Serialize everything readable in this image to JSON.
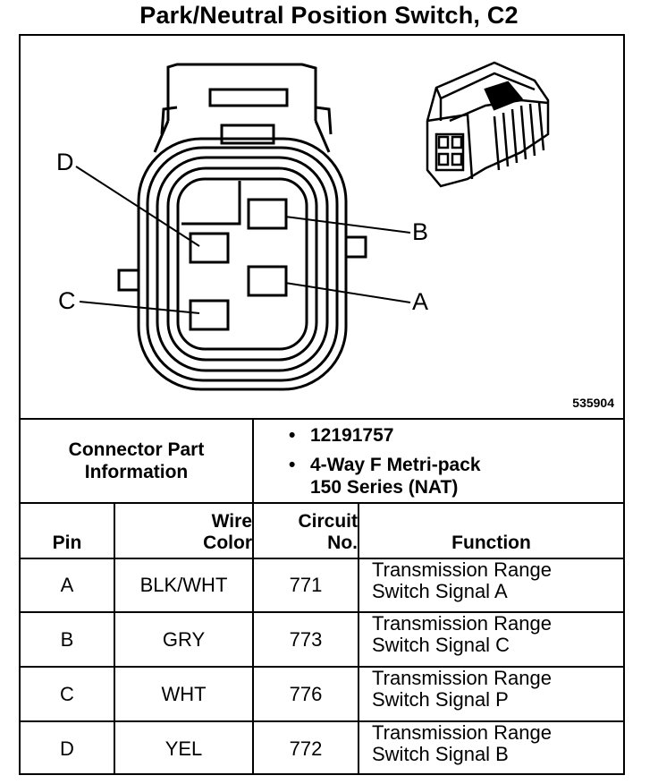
{
  "title": "Park/Neutral Position Switch, C2",
  "diagram": {
    "pin_labels": [
      "D",
      "C",
      "B",
      "A"
    ],
    "figure_number": "535904",
    "icons": [
      "connector-face-view",
      "connector-isometric-view"
    ]
  },
  "connector_info": {
    "label_line1": "Connector Part",
    "label_line2": "Information",
    "items": [
      "12191757",
      "4-Way F Metri-pack",
      "150 Series (NAT)"
    ]
  },
  "table": {
    "headers": {
      "pin": "Pin",
      "wire_color_1": "Wire",
      "wire_color_2": "Color",
      "circuit_1": "Circuit",
      "circuit_2": "No.",
      "function": "Function"
    },
    "rows": [
      {
        "pin": "A",
        "wire_color": "BLK/WHT",
        "circuit": "771",
        "function_1": "Transmission Range",
        "function_2": "Switch Signal A"
      },
      {
        "pin": "B",
        "wire_color": "GRY",
        "circuit": "773",
        "function_1": "Transmission Range",
        "function_2": "Switch Signal C"
      },
      {
        "pin": "C",
        "wire_color": "WHT",
        "circuit": "776",
        "function_1": "Transmission Range",
        "function_2": "Switch Signal P"
      },
      {
        "pin": "D",
        "wire_color": "YEL",
        "circuit": "772",
        "function_1": "Transmission Range",
        "function_2": "Switch Signal B"
      }
    ]
  }
}
